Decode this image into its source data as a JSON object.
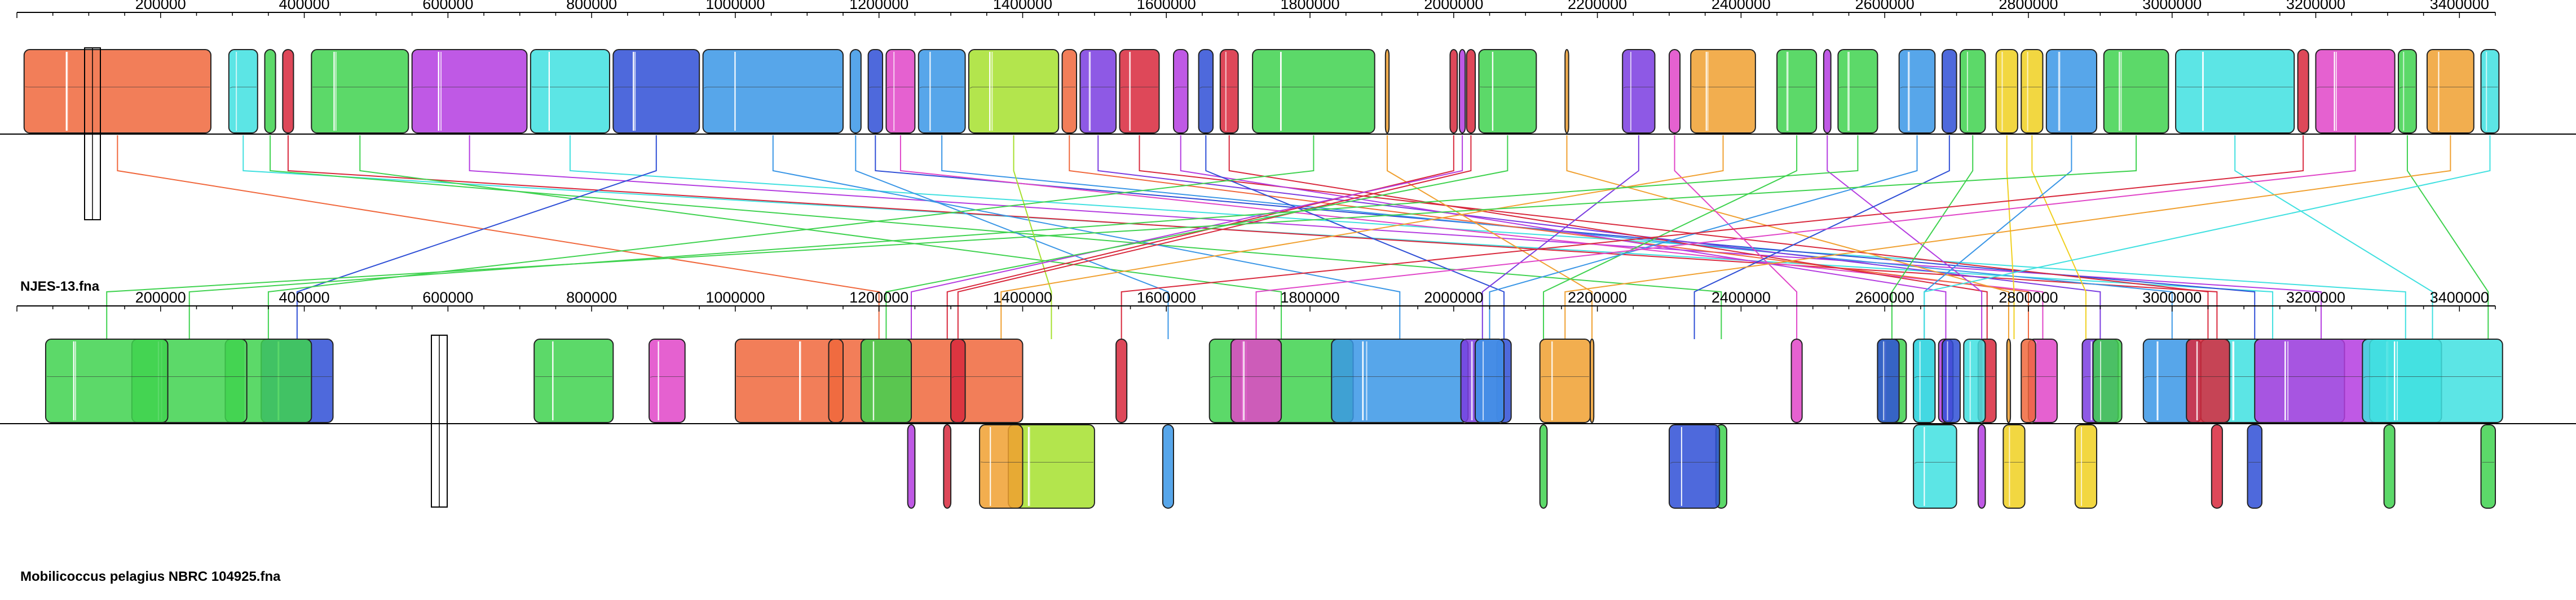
{
  "track_a": {
    "name": "NJES-13.fna",
    "tick_labels": [
      "200000",
      "400000",
      "600000",
      "800000",
      "1000000",
      "1200000",
      "1400000",
      "1600000",
      "1800000",
      "2000000",
      "2200000",
      "2400000",
      "2600000",
      "2800000",
      "3000000",
      "3200000",
      "3400000"
    ],
    "min_bp": 0,
    "max_bp": 3450000
  },
  "track_b": {
    "name": "Mobilicoccus pelagius NBRC 104925.fna",
    "tick_labels": [
      "200000",
      "400000",
      "600000",
      "800000",
      "1000000",
      "1200000",
      "1400000",
      "1600000",
      "1800000",
      "2000000",
      "2200000",
      "2400000",
      "2600000",
      "2800000",
      "3000000",
      "3200000",
      "3400000"
    ],
    "min_bp": 0,
    "max_bp": 3450000
  },
  "colors": {
    "orange_red": "#f0673c",
    "cyan": "#40e0e0",
    "green": "#3fd24f",
    "purple": "#b43ce0",
    "blue": "#2f4fd6",
    "azure": "#3a96e6",
    "magenta": "#e045c8",
    "olive": "#a6e02e",
    "crimson": "#d8283c",
    "orange": "#f0a030",
    "yellow": "#f0d020",
    "violet": "#7a3ce0"
  },
  "blocks": [
    {
      "g": 0,
      "s": 10000,
      "e": 270000,
      "c": "orange_red",
      "inv": false,
      "b": 0
    },
    {
      "g": 1,
      "s": 1000000,
      "e": 1400000,
      "c": "orange_red",
      "inv": false,
      "b": 0
    },
    {
      "g": 0,
      "s": 295000,
      "e": 335000,
      "c": "cyan",
      "inv": false,
      "b": 1
    },
    {
      "g": 1,
      "s": 3040000,
      "e": 3240000,
      "c": "cyan",
      "inv": false,
      "b": 1
    },
    {
      "g": 0,
      "s": 345000,
      "e": 360000,
      "c": "green",
      "inv": false,
      "b": 2
    },
    {
      "g": 1,
      "s": 2365000,
      "e": 2380000,
      "c": "green",
      "inv": true,
      "b": 2
    },
    {
      "g": 0,
      "s": 370000,
      "e": 385000,
      "c": "crimson",
      "inv": false,
      "b": 3
    },
    {
      "g": 1,
      "s": 3055000,
      "e": 3070000,
      "c": "crimson",
      "inv": true,
      "b": 3
    },
    {
      "g": 0,
      "s": 410000,
      "e": 545000,
      "c": "green",
      "inv": false,
      "b": 4
    },
    {
      "g": 1,
      "s": 1660000,
      "e": 1860000,
      "c": "green",
      "inv": false,
      "b": 4
    },
    {
      "g": 0,
      "s": 550000,
      "e": 710000,
      "c": "purple",
      "inv": false,
      "b": 5
    },
    {
      "g": 1,
      "s": 3115000,
      "e": 3300000,
      "c": "purple",
      "inv": false,
      "b": 5
    },
    {
      "g": 0,
      "s": 715000,
      "e": 825000,
      "c": "cyan",
      "inv": false,
      "b": 6
    },
    {
      "g": 1,
      "s": 3275000,
      "e": 3375000,
      "c": "cyan",
      "inv": false,
      "b": 6
    },
    {
      "g": 0,
      "s": 830000,
      "e": 950000,
      "c": "blue",
      "inv": false,
      "b": 7
    },
    {
      "g": 1,
      "s": 340000,
      "e": 440000,
      "c": "blue",
      "inv": false,
      "b": 7
    },
    {
      "g": 0,
      "s": 955000,
      "e": 1150000,
      "c": "azure",
      "inv": false,
      "b": 8
    },
    {
      "g": 1,
      "s": 1830000,
      "e": 2020000,
      "c": "azure",
      "inv": false,
      "b": 8
    },
    {
      "g": 0,
      "s": 1160000,
      "e": 1175000,
      "c": "azure",
      "inv": false,
      "b": 9
    },
    {
      "g": 1,
      "s": 1595000,
      "e": 1610000,
      "c": "azure",
      "inv": true,
      "b": 9
    },
    {
      "g": 0,
      "s": 1185000,
      "e": 1205000,
      "c": "blue",
      "inv": false,
      "b": 10
    },
    {
      "g": 1,
      "s": 3105000,
      "e": 3125000,
      "c": "blue",
      "inv": true,
      "b": 10
    },
    {
      "g": 0,
      "s": 1210000,
      "e": 1250000,
      "c": "magenta",
      "inv": false,
      "b": 11
    },
    {
      "g": 1,
      "s": 2800000,
      "e": 2840000,
      "c": "magenta",
      "inv": false,
      "b": 11
    },
    {
      "g": 0,
      "s": 1255000,
      "e": 1320000,
      "c": "azure",
      "inv": false,
      "b": 12
    },
    {
      "g": 1,
      "s": 2960000,
      "e": 3040000,
      "c": "azure",
      "inv": false,
      "b": 12
    },
    {
      "g": 0,
      "s": 1325000,
      "e": 1450000,
      "c": "olive",
      "inv": false,
      "b": 13
    },
    {
      "g": 1,
      "s": 1380000,
      "e": 1500000,
      "c": "olive",
      "inv": true,
      "b": 13
    },
    {
      "g": 0,
      "s": 1455000,
      "e": 1475000,
      "c": "orange_red",
      "inv": false,
      "b": 14
    },
    {
      "g": 1,
      "s": 2790000,
      "e": 2810000,
      "c": "orange_red",
      "inv": false,
      "b": 14
    },
    {
      "g": 0,
      "s": 1480000,
      "e": 1530000,
      "c": "violet",
      "inv": false,
      "b": 15
    },
    {
      "g": 1,
      "s": 2875000,
      "e": 2925000,
      "c": "violet",
      "inv": false,
      "b": 15
    },
    {
      "g": 0,
      "s": 1535000,
      "e": 1590000,
      "c": "crimson",
      "inv": false,
      "b": 16
    },
    {
      "g": 1,
      "s": 3020000,
      "e": 3080000,
      "c": "crimson",
      "inv": false,
      "b": 16
    },
    {
      "g": 0,
      "s": 1610000,
      "e": 1630000,
      "c": "purple",
      "inv": false,
      "b": 17
    },
    {
      "g": 1,
      "s": 2675000,
      "e": 2695000,
      "c": "purple",
      "inv": false,
      "b": 17
    },
    {
      "g": 0,
      "s": 1645000,
      "e": 1665000,
      "c": "blue",
      "inv": false,
      "b": 18
    },
    {
      "g": 1,
      "s": 2060000,
      "e": 2080000,
      "c": "blue",
      "inv": false,
      "b": 18
    },
    {
      "g": 0,
      "s": 1675000,
      "e": 1700000,
      "c": "crimson",
      "inv": false,
      "b": 19
    },
    {
      "g": 1,
      "s": 2730000,
      "e": 2755000,
      "c": "crimson",
      "inv": false,
      "b": 19
    },
    {
      "g": 0,
      "s": 1720000,
      "e": 1890000,
      "c": "green",
      "inv": false,
      "b": 20
    },
    {
      "g": 1,
      "s": 290000,
      "e": 410000,
      "c": "green",
      "inv": false,
      "b": 20
    },
    {
      "g": 0,
      "s": 1905000,
      "e": 1910000,
      "c": "orange",
      "inv": false,
      "b": 21
    },
    {
      "g": 1,
      "s": 2190000,
      "e": 2195000,
      "c": "orange",
      "inv": false,
      "b": 21
    },
    {
      "g": 0,
      "s": 1995000,
      "e": 2005000,
      "c": "crimson",
      "inv": false,
      "b": 22
    },
    {
      "g": 1,
      "s": 1290000,
      "e": 1300000,
      "c": "crimson",
      "inv": true,
      "b": 22
    },
    {
      "g": 0,
      "s": 2008000,
      "e": 2016000,
      "c": "purple",
      "inv": false,
      "b": 23
    },
    {
      "g": 1,
      "s": 1240000,
      "e": 1250000,
      "c": "purple",
      "inv": true,
      "b": 23
    },
    {
      "g": 0,
      "s": 2018000,
      "e": 2030000,
      "c": "crimson",
      "inv": false,
      "b": 24
    },
    {
      "g": 1,
      "s": 1300000,
      "e": 1320000,
      "c": "crimson",
      "inv": false,
      "b": 24
    },
    {
      "g": 0,
      "s": 2035000,
      "e": 2115000,
      "c": "green",
      "inv": false,
      "b": 25
    },
    {
      "g": 1,
      "s": 1175000,
      "e": 1245000,
      "c": "green",
      "inv": false,
      "b": 25
    },
    {
      "g": 0,
      "s": 2155000,
      "e": 2160000,
      "c": "orange",
      "inv": false,
      "b": 26
    },
    {
      "g": 1,
      "s": 2770000,
      "e": 2775000,
      "c": "orange",
      "inv": false,
      "b": 26
    },
    {
      "g": 0,
      "s": 2235000,
      "e": 2280000,
      "c": "violet",
      "inv": false,
      "b": 27
    },
    {
      "g": 1,
      "s": 2010000,
      "e": 2070000,
      "c": "violet",
      "inv": false,
      "b": 27
    },
    {
      "g": 0,
      "s": 2300000,
      "e": 2315000,
      "c": "magenta",
      "inv": false,
      "b": 28
    },
    {
      "g": 1,
      "s": 2470000,
      "e": 2485000,
      "c": "magenta",
      "inv": false,
      "b": 28
    },
    {
      "g": 0,
      "s": 2330000,
      "e": 2420000,
      "c": "orange",
      "inv": false,
      "b": 29
    },
    {
      "g": 1,
      "s": 1340000,
      "e": 1400000,
      "c": "orange",
      "inv": true,
      "b": 29
    },
    {
      "g": 0,
      "s": 2450000,
      "e": 2505000,
      "c": "green",
      "inv": false,
      "b": 30
    },
    {
      "g": 1,
      "s": 2120000,
      "e": 2130000,
      "c": "green",
      "inv": true,
      "b": 30
    },
    {
      "g": 0,
      "s": 2515000,
      "e": 2525000,
      "c": "purple",
      "inv": false,
      "b": 31
    },
    {
      "g": 1,
      "s": 2730000,
      "e": 2740000,
      "c": "purple",
      "inv": true,
      "b": 31
    },
    {
      "g": 0,
      "s": 2535000,
      "e": 2590000,
      "c": "green",
      "inv": false,
      "b": 32
    },
    {
      "g": 1,
      "s": 160000,
      "e": 320000,
      "c": "green",
      "inv": false,
      "b": 32
    },
    {
      "g": 0,
      "s": 2620000,
      "e": 2670000,
      "c": "azure",
      "inv": false,
      "b": 33
    },
    {
      "g": 1,
      "s": 2030000,
      "e": 2070000,
      "c": "azure",
      "inv": false,
      "b": 33
    },
    {
      "g": 0,
      "s": 2680000,
      "e": 2700000,
      "c": "blue",
      "inv": false,
      "b": 34
    },
    {
      "g": 1,
      "s": 2300000,
      "e": 2370000,
      "c": "blue",
      "inv": true,
      "b": 34
    },
    {
      "g": 0,
      "s": 2705000,
      "e": 2740000,
      "c": "green",
      "inv": false,
      "b": 35
    },
    {
      "g": 1,
      "s": 2590000,
      "e": 2630000,
      "c": "green",
      "inv": false,
      "b": 35
    },
    {
      "g": 0,
      "s": 2755000,
      "e": 2785000,
      "c": "yellow",
      "inv": false,
      "b": 36
    },
    {
      "g": 1,
      "s": 2765000,
      "e": 2795000,
      "c": "yellow",
      "inv": true,
      "b": 36
    },
    {
      "g": 0,
      "s": 2790000,
      "e": 2820000,
      "c": "yellow",
      "inv": false,
      "b": 37
    },
    {
      "g": 1,
      "s": 2865000,
      "e": 2895000,
      "c": "yellow",
      "inv": true,
      "b": 37
    },
    {
      "g": 0,
      "s": 2825000,
      "e": 2895000,
      "c": "azure",
      "inv": false,
      "b": 38
    },
    {
      "g": 1,
      "s": 2640000,
      "e": 2670000,
      "c": "azure",
      "inv": false,
      "b": 38
    },
    {
      "g": 0,
      "s": 2905000,
      "e": 2995000,
      "c": "green",
      "inv": false,
      "b": 39
    },
    {
      "g": 1,
      "s": 40000,
      "e": 210000,
      "c": "green",
      "inv": false,
      "b": 39
    },
    {
      "g": 0,
      "s": 3005000,
      "e": 3170000,
      "c": "cyan",
      "inv": false,
      "b": 40
    },
    {
      "g": 1,
      "s": 3265000,
      "e": 3460000,
      "c": "cyan",
      "inv": false,
      "b": 40
    },
    {
      "g": 0,
      "s": 3175000,
      "e": 3190000,
      "c": "crimson",
      "inv": false,
      "b": 41
    },
    {
      "g": 1,
      "s": 1530000,
      "e": 1545000,
      "c": "crimson",
      "inv": false,
      "b": 41
    },
    {
      "g": 0,
      "s": 3200000,
      "e": 3310000,
      "c": "magenta",
      "inv": false,
      "b": 42
    },
    {
      "g": 1,
      "s": 1690000,
      "e": 1760000,
      "c": "magenta",
      "inv": false,
      "b": 42
    },
    {
      "g": 0,
      "s": 3315000,
      "e": 3340000,
      "c": "green",
      "inv": false,
      "b": 43
    },
    {
      "g": 1,
      "s": 3430000,
      "e": 3450000,
      "c": "green",
      "inv": true,
      "b": 43
    },
    {
      "g": 0,
      "s": 3355000,
      "e": 3420000,
      "c": "orange",
      "inv": false,
      "b": 44
    },
    {
      "g": 1,
      "s": 2120000,
      "e": 2190000,
      "c": "orange",
      "inv": false,
      "b": 44
    },
    {
      "g": 0,
      "s": 3430000,
      "e": 3455000,
      "c": "cyan",
      "inv": false,
      "b": 45
    },
    {
      "g": 1,
      "s": 2640000,
      "e": 2670000,
      "c": "cyan",
      "inv": false,
      "b": 45
    },
    {
      "g": 1,
      "s": 2710000,
      "e": 2740000,
      "c": "cyan",
      "inv": false,
      "b": 46
    },
    {
      "g": 1,
      "s": 2680000,
      "e": 2705000,
      "c": "blue",
      "inv": false,
      "b": 47
    },
    {
      "g": 1,
      "s": 2590000,
      "e": 2620000,
      "c": "blue",
      "inv": false,
      "b": 48
    },
    {
      "g": 1,
      "s": 2890000,
      "e": 2930000,
      "c": "green",
      "inv": false,
      "b": 49
    },
    {
      "g": 1,
      "s": 1130000,
      "e": 1150000,
      "c": "orange_red",
      "inv": false,
      "b": 50
    },
    {
      "g": 1,
      "s": 880000,
      "e": 930000,
      "c": "magenta",
      "inv": false,
      "b": 51
    },
    {
      "g": 1,
      "s": 720000,
      "e": 830000,
      "c": "green",
      "inv": false,
      "b": 52
    },
    {
      "g": 1,
      "s": 2640000,
      "e": 2700000,
      "c": "cyan",
      "inv": true,
      "b": 53
    },
    {
      "g": 1,
      "s": 3295000,
      "e": 3310000,
      "c": "green",
      "inv": true,
      "b": 54
    }
  ]
}
